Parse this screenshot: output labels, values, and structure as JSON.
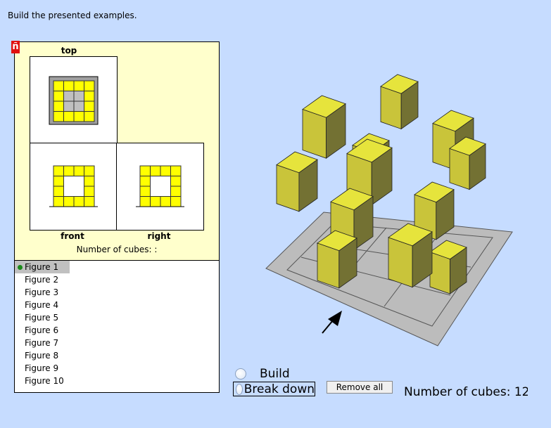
{
  "instruction": "Build the presented examples.",
  "views": {
    "top": "top",
    "front": "front",
    "right": "right"
  },
  "panel_count_label": "Number of cubes: :",
  "figures": [
    "Figure 1",
    "Figure 2",
    "Figure 3",
    "Figure 4",
    "Figure 5",
    "Figure 6",
    "Figure 7",
    "Figure 8",
    "Figure 9",
    "Figure 10"
  ],
  "selected_figure": "Figure 1",
  "controls": {
    "build_label": "Build",
    "break_down_label": "Break down",
    "remove_all_label": "Remove all",
    "cube_count_label": "Number of cubes: 12"
  },
  "colors": {
    "background": "#c6dcff",
    "panel": "#ffffcc",
    "cube_top": "#e6e43c",
    "cube_front": "#c9c43a",
    "cube_side": "#737133",
    "cell_filled": "#ffff00",
    "cell_empty": "#c0c0c0",
    "base": "#bcbcbc"
  }
}
